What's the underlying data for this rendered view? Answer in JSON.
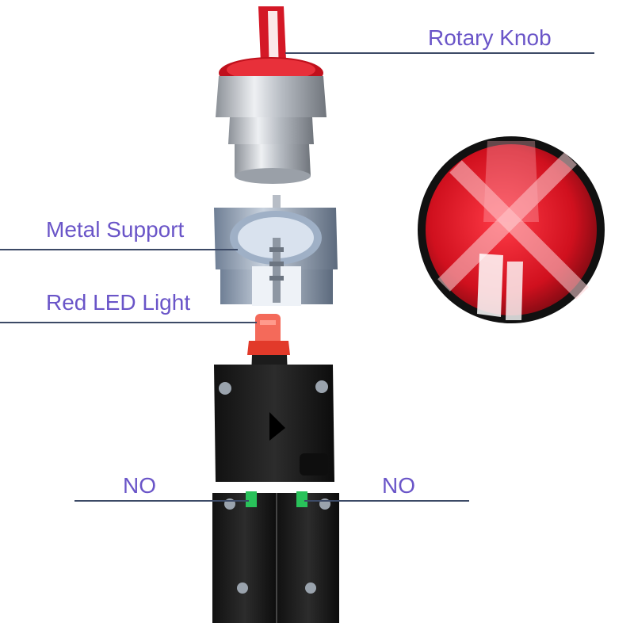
{
  "labels": {
    "rotary_knob": "Rotary Knob",
    "metal_support": "Metal Support",
    "red_led_light": "Red LED Light",
    "no_left": "NO",
    "no_right": "NO"
  },
  "colors": {
    "label_text": "#6a55c8",
    "leader_line": "#3c4a66",
    "knob_red": "#d41826",
    "chrome": "#c8ccd2",
    "block_black": "#1a1a1a",
    "led_orange": "#f46a5a",
    "contact_green": "#29c25a"
  },
  "icons": {
    "knob": "rotary-knob-part",
    "support": "metal-support-bracket",
    "led": "red-led-module",
    "contacts": "no-contact-blocks",
    "face": "knob-face-closeup"
  }
}
